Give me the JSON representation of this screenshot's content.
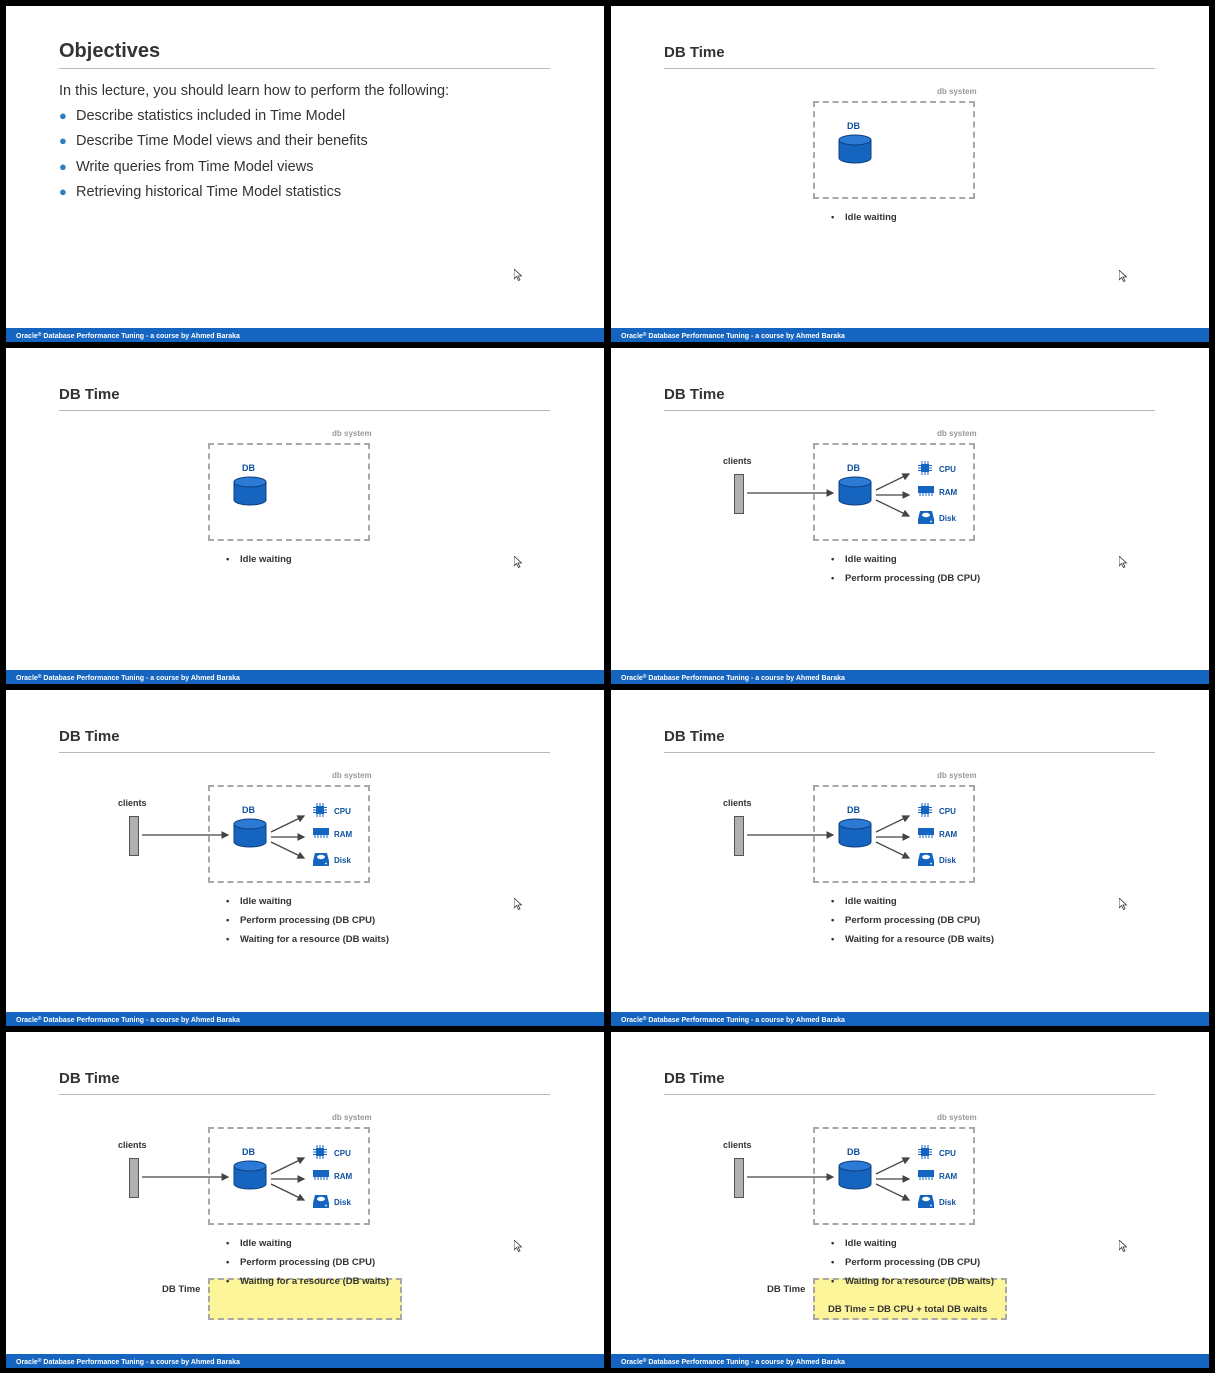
{
  "footer": {
    "brand": "Oracle",
    "mark": "®",
    "rest": " Database Performance Tuning -  a course by Ahmed Baraka"
  },
  "objectives": {
    "title": "Objectives",
    "intro": "In this lecture, you should learn how to perform the following:",
    "bullets": [
      "Describe statistics included in Time Model",
      "Describe Time Model views and their benefits",
      "Write queries from Time Model views",
      "Retrieving historical Time Model statistics"
    ]
  },
  "dbtime": {
    "title": "DB Time",
    "system_label": "db system",
    "db_label": "DB",
    "clients_label": "clients",
    "resources": {
      "cpu": "CPU",
      "ram": "RAM",
      "disk": "Disk"
    },
    "bullet_idle": "Idle waiting",
    "bullet_cpu": "Perform processing (DB CPU)",
    "bullet_waits": "Waiting for a resource (DB waits)",
    "dbtime_label": "DB Time",
    "formula": "DB Time =  DB CPU + total DB waits"
  },
  "colors": {
    "accent": "#1565c0",
    "db_blue": "#0d4f9e",
    "highlight": "#fdf59a"
  },
  "icons": [
    "cylinder-db-icon",
    "cpu-chip-icon",
    "ram-module-icon",
    "disk-drive-icon",
    "mouse-cursor-icon"
  ]
}
